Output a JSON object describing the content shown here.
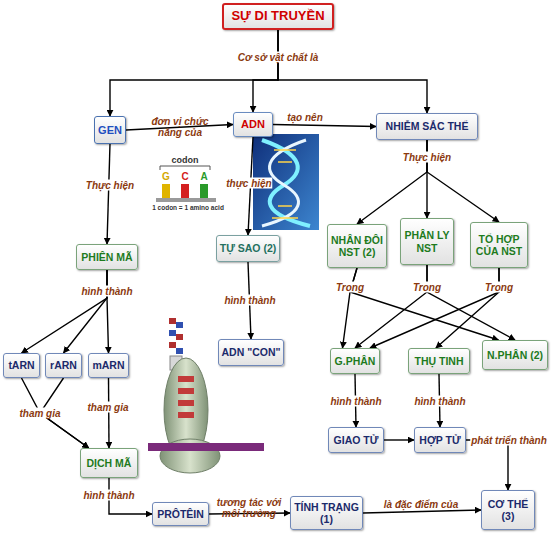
{
  "diagram": {
    "nodes": [
      {
        "text": [
          "SỰ DI TRUYỀN"
        ]
      },
      {
        "text": [
          "GEN"
        ]
      },
      {
        "text": [
          "ADN"
        ]
      },
      {
        "text": [
          "NHIỄM SẮC THỂ"
        ]
      },
      {
        "text": [
          "PHIÊN MÃ"
        ]
      },
      {
        "text": [
          "TỰ SAO (2)"
        ]
      },
      {
        "text": [
          "NHÂN ĐÔI NST (2)"
        ]
      },
      {
        "text": [
          "PHÂN LY NST"
        ]
      },
      {
        "text": [
          "TỔ HỢP CỦA NST"
        ]
      },
      {
        "text": [
          "ADN \"CON\""
        ]
      },
      {
        "text": [
          "tARN"
        ]
      },
      {
        "text": [
          "rARN"
        ]
      },
      {
        "text": [
          "mARN"
        ]
      },
      {
        "text": [
          "G.PHÂN"
        ]
      },
      {
        "text": [
          "THỤ TINH"
        ]
      },
      {
        "text": [
          "N.PHÂN (2)"
        ]
      },
      {
        "text": [
          "DỊCH MÃ"
        ]
      },
      {
        "text": [
          "GIAO TỬ"
        ]
      },
      {
        "text": [
          "HỢP TỬ"
        ]
      },
      {
        "text": [
          "PRÔTÊIN"
        ]
      },
      {
        "text": [
          "TÍNH TRẠNG (1)"
        ]
      },
      {
        "text": [
          "CƠ THỂ (3)"
        ]
      }
    ],
    "edges": [
      {
        "from": 0,
        "to": 1,
        "arrow": "to"
      },
      {
        "from": 0,
        "to": 2,
        "arrow": "to",
        "label": "Cơ sở vật chất là"
      },
      {
        "from": 0,
        "to": 3,
        "arrow": "to"
      },
      {
        "from": 1,
        "to": 2,
        "arrow": "to",
        "label": "đơn vị chức năng của"
      },
      {
        "from": 2,
        "to": 3,
        "arrow": "to",
        "label": "tạo nên"
      },
      {
        "from": 1,
        "to": 4,
        "arrow": "to",
        "label": "Thực hiện"
      },
      {
        "from": 2,
        "to": 5,
        "arrow": "to",
        "label": "thực hiện"
      },
      {
        "from": 3,
        "to": 6,
        "arrow": "to"
      },
      {
        "from": 3,
        "to": 7,
        "arrow": "to",
        "label": "Thực hiện"
      },
      {
        "from": 3,
        "to": 8,
        "arrow": "to"
      },
      {
        "from": 5,
        "to": 9,
        "arrow": "to",
        "label": "hình thành"
      },
      {
        "from": 4,
        "to": 10,
        "arrow": "to"
      },
      {
        "from": 4,
        "to": 11,
        "arrow": "to",
        "label": "hình thành"
      },
      {
        "from": 4,
        "to": 12,
        "arrow": "to"
      },
      {
        "from": 6,
        "to": 13,
        "arrow": "to",
        "label": "Trong"
      },
      {
        "from": 6,
        "to": 15,
        "arrow": "to"
      },
      {
        "from": 7,
        "to": 13,
        "arrow": "to",
        "label": "Trong"
      },
      {
        "from": 7,
        "to": 15,
        "arrow": "to"
      },
      {
        "from": 8,
        "to": 13,
        "arrow": "to",
        "label": "Trong"
      },
      {
        "from": 8,
        "to": 14,
        "arrow": "to"
      },
      {
        "from": 10,
        "to": 16,
        "arrow": "to",
        "label": "tham gia"
      },
      {
        "from": 11,
        "to": 16,
        "arrow": "to"
      },
      {
        "from": 12,
        "to": 16,
        "arrow": "to",
        "label": "tham gia"
      },
      {
        "from": 13,
        "to": 17,
        "arrow": "to",
        "label": "hình thành"
      },
      {
        "from": 14,
        "to": 18,
        "arrow": "to",
        "label": "hình thành"
      },
      {
        "from": 17,
        "to": 18,
        "arrow": "to"
      },
      {
        "from": 18,
        "to": 21,
        "arrow": "to",
        "label": "phát triển thành"
      },
      {
        "from": 16,
        "to": 19,
        "arrow": "to",
        "label": "hình thành"
      },
      {
        "from": 19,
        "to": 20,
        "arrow": "to",
        "label": "tương tác với môi trường"
      },
      {
        "from": 20,
        "to": 21,
        "arrow": "to",
        "label": "là đặc điểm của"
      }
    ],
    "labels": [
      "codon",
      "G",
      "C",
      "A",
      "1 codon = 1 amino acid"
    ]
  }
}
